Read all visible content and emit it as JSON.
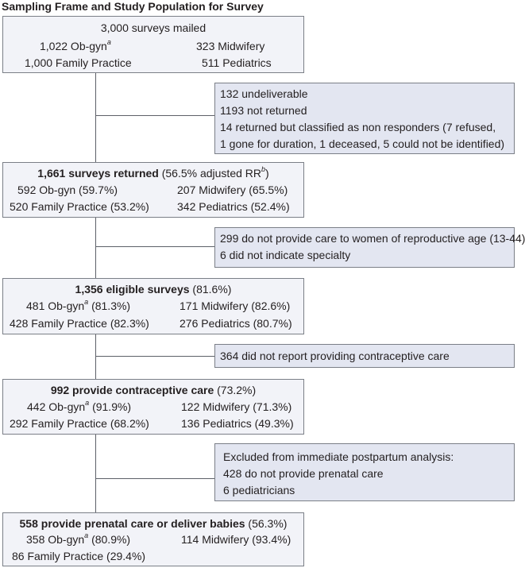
{
  "title": "Sampling Frame and Study Population for Survey",
  "box1": {
    "header": "3,000 surveys mailed",
    "left1_main": "1,022 Ob-gyn",
    "left1_sup": "a",
    "right1": "323 Midwifery",
    "left2": "1,000 Family Practice",
    "right2": "511 Pediatrics"
  },
  "excl1": {
    "lines": [
      "132 undeliverable",
      "1193 not returned",
      "14 returned but classified as non responders (7 refused,",
      "1 gone for duration, 1 deceased, 5 could not be identified)"
    ]
  },
  "box2": {
    "header_strong": "1,661 surveys returned",
    "header_rest": " (56.5% adjusted RR",
    "header_sup": "b",
    "header_close": ")",
    "left1": "592 Ob-gyn (59.7%)",
    "right1": "207 Midwifery (65.5%)",
    "left2": "520 Family Practice (53.2%)",
    "right2": "342 Pediatrics (52.4%)"
  },
  "excl2": {
    "lines": [
      "299 do not provide care to women of reproductive age (13-44)",
      "6 did not indicate specialty"
    ]
  },
  "box3": {
    "header_strong": "1,356 eligible surveys",
    "header_rest": " (81.6%)",
    "left1_main": "481 Ob-gyn",
    "left1_sup": "a",
    "left1_rest": " (81.3%)",
    "right1": "171 Midwifery (82.6%)",
    "left2": "428 Family Practice (82.3%)",
    "right2": "276 Pediatrics (80.7%)"
  },
  "excl3": {
    "lines": [
      "364 did not report providing contraceptive care"
    ]
  },
  "box4": {
    "header_strong": "992 provide contraceptive care",
    "header_rest": " (73.2%)",
    "left1_main": "442 Ob-gyn",
    "left1_sup": "a",
    "left1_rest": " (91.9%)",
    "right1": "122 Midwifery (71.3%)",
    "left2": "292 Family Practice (68.2%)",
    "right2": "136 Pediatrics (49.3%)"
  },
  "excl4": {
    "lines": [
      "Excluded from immediate postpartum analysis:",
      "428 do not provide prenatal care",
      "6 pediatricians"
    ]
  },
  "box5": {
    "header_strong": "558 provide prenatal care or deliver babies",
    "header_rest": " (56.3%)",
    "left1_main": "358 Ob-gyn",
    "left1_sup": "a",
    "left1_rest": " (80.9%)",
    "right1": "114 Midwifery (93.4%)",
    "left2": "86 Family Practice (29.4%)"
  }
}
